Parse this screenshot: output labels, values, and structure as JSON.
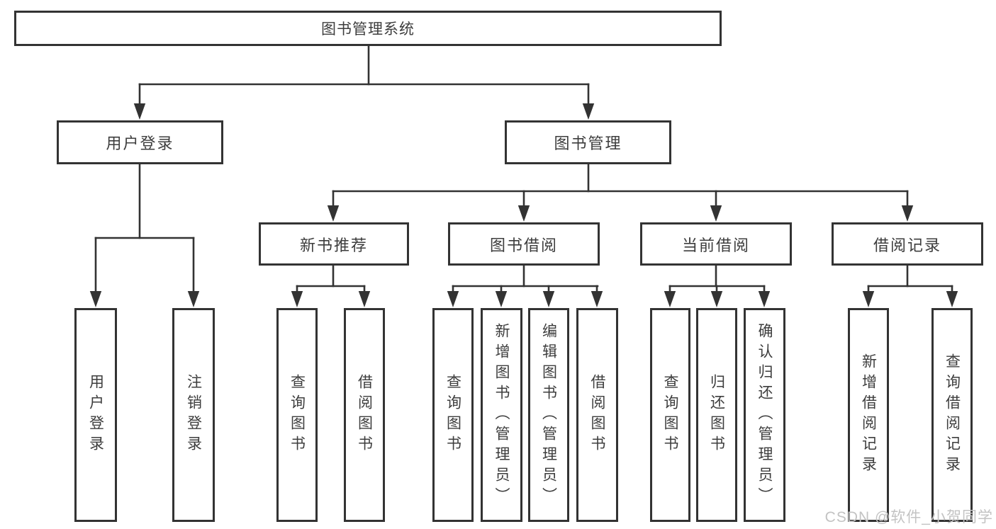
{
  "tree": {
    "label": "图书管理系统",
    "children": [
      {
        "label": "用户登录",
        "children": [
          {
            "label": "用户登录"
          },
          {
            "label": "注销登录"
          }
        ]
      },
      {
        "label": "图书管理",
        "children": [
          {
            "label": "新书推荐",
            "children": [
              {
                "label": "查询图书"
              },
              {
                "label": "借阅图书"
              }
            ]
          },
          {
            "label": "图书借阅",
            "children": [
              {
                "label": "查询图书"
              },
              {
                "label": "新增图书（管理员）"
              },
              {
                "label": "编辑图书（管理员）"
              },
              {
                "label": "借阅图书"
              }
            ]
          },
          {
            "label": "当前借阅",
            "children": [
              {
                "label": "查询图书"
              },
              {
                "label": "归还图书"
              },
              {
                "label": "确认归还（管理员）"
              }
            ]
          },
          {
            "label": "借阅记录",
            "children": [
              {
                "label": "新增借阅记录"
              },
              {
                "label": "查询借阅记录"
              }
            ]
          }
        ]
      }
    ]
  },
  "watermark": "CSDN @软件_小贺同学",
  "colors": {
    "line": "#333333",
    "text": "#3d3d3d",
    "watermark": "#c3c3c3",
    "background": "#ffffff"
  }
}
